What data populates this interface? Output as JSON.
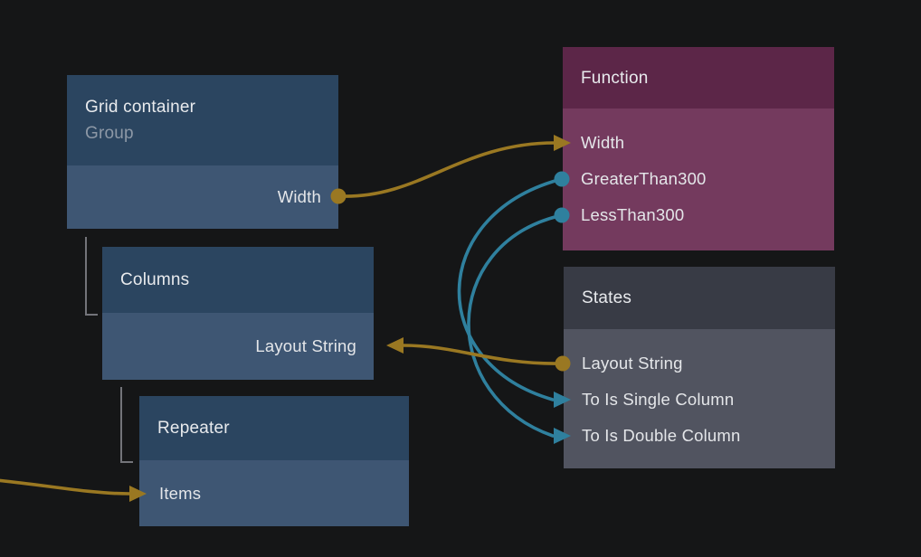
{
  "colors": {
    "background": "#151617",
    "wire_gold": "#9a7822",
    "wire_teal": "#2f809e",
    "blue_header": "#2b4560",
    "blue_body": "#3e5673",
    "plum_header": "#5c2648",
    "plum_body": "#743a5e",
    "gray_header": "#383b45",
    "gray_body": "#515460",
    "hierarchy_line": "#73747a"
  },
  "nodes": [
    {
      "id": "grid-container",
      "title": "Grid container",
      "subtitle": "Group",
      "theme": "blue",
      "ports": [
        {
          "label": "Width",
          "side": "right",
          "marker": "dot",
          "color": "gold"
        }
      ]
    },
    {
      "id": "columns",
      "title": "Columns",
      "theme": "blue",
      "ports": [
        {
          "label": "Layout String",
          "side": "right",
          "marker": "arrow-left",
          "color": "gold"
        }
      ]
    },
    {
      "id": "repeater",
      "title": "Repeater",
      "theme": "blue",
      "ports": [
        {
          "label": "Items",
          "side": "left",
          "marker": "arrow-right",
          "color": "gold"
        }
      ]
    },
    {
      "id": "function",
      "title": "Function",
      "theme": "plum",
      "ports": [
        {
          "label": "Width",
          "side": "left",
          "marker": "arrow-right",
          "color": "gold"
        },
        {
          "label": "GreaterThan300",
          "side": "left",
          "marker": "dot",
          "color": "teal"
        },
        {
          "label": "LessThan300",
          "side": "left",
          "marker": "dot",
          "color": "teal"
        }
      ]
    },
    {
      "id": "states",
      "title": "States",
      "theme": "gray",
      "ports": [
        {
          "label": "Layout String",
          "side": "left",
          "marker": "dot",
          "color": "gold"
        },
        {
          "label": "To Is Single Column",
          "side": "left",
          "marker": "arrow-right",
          "color": "teal"
        },
        {
          "label": "To Is Double Column",
          "side": "left",
          "marker": "arrow-right",
          "color": "teal"
        }
      ]
    }
  ],
  "connections": [
    {
      "from": "Grid container.Width",
      "to": "Function.Width",
      "color": "gold"
    },
    {
      "from": "Function.GreaterThan300",
      "to": "States.To Is Single Column",
      "color": "teal"
    },
    {
      "from": "Function.LessThan300",
      "to": "States.To Is Double Column",
      "color": "teal"
    },
    {
      "from": "States.Layout String",
      "to": "Columns.Layout String",
      "color": "gold"
    },
    {
      "from": "offscreen-left",
      "to": "Repeater.Items",
      "color": "gold"
    }
  ],
  "hierarchy": [
    {
      "parent": "Grid container",
      "child": "Columns"
    },
    {
      "parent": "Columns",
      "child": "Repeater"
    }
  ]
}
